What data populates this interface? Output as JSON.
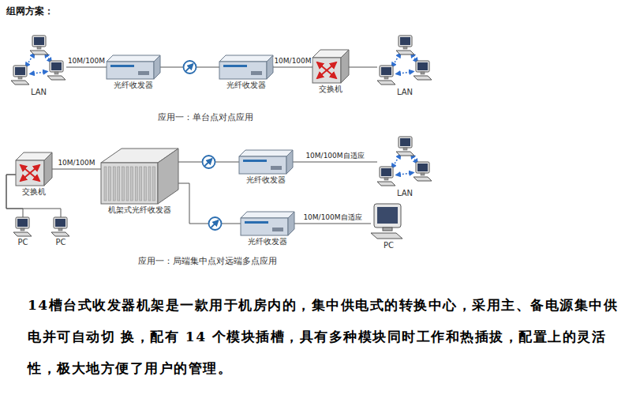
{
  "diagram": {
    "title": "组网方案：",
    "nodes": [
      {
        "text": [
          "LAN"
        ]
      },
      {
        "text": [
          "光纤收发器"
        ]
      },
      {
        "text": [
          "光纤收发器"
        ]
      },
      {
        "text": [
          "交换机"
        ]
      },
      {
        "text": [
          "LAN"
        ]
      },
      {
        "text": [
          "交换机"
        ]
      },
      {
        "text": [
          "PC"
        ]
      },
      {
        "text": [
          "PC"
        ]
      },
      {
        "text": [
          "机架式光纤收发器"
        ]
      },
      {
        "text": [
          "光纤收发器"
        ]
      },
      {
        "text": [
          "光纤收发器"
        ]
      },
      {
        "text": [
          "LAN"
        ]
      },
      {
        "text": [
          "PC"
        ]
      }
    ],
    "edges": [
      {
        "from": 0,
        "to": 1,
        "label": "10M/100M",
        "arrow": "none"
      },
      {
        "from": 1,
        "to": 2,
        "arrow": "none"
      },
      {
        "from": 2,
        "to": 3,
        "label": "10M/100M",
        "arrow": "none"
      },
      {
        "from": 3,
        "to": 4,
        "arrow": "none"
      },
      {
        "from": 5,
        "to": 6,
        "arrow": "none"
      },
      {
        "from": 5,
        "to": 7,
        "arrow": "none"
      },
      {
        "from": 5,
        "to": 8,
        "label": "10M/100M",
        "arrow": "none"
      },
      {
        "from": 8,
        "to": 9,
        "arrow": "none"
      },
      {
        "from": 8,
        "to": 10,
        "arrow": "none"
      },
      {
        "from": 9,
        "to": 11,
        "label": "10M/100M自适应",
        "arrow": "none"
      },
      {
        "from": 10,
        "to": 12,
        "label": "10M/100M自适应",
        "arrow": "none"
      }
    ],
    "labels": [
      "应用一：单台点对点应用",
      "应用一：局端集中点对远端多点应用",
      "14槽台式收发器机架是一款用于机房内的，集中供电式的转换中心，采用主、备电源集中供电并可自动切 换，配有 14 个模块插槽，具有多种模块同时工作和热插拔，配置上的灵活性，极大地方便了用户的管理。"
    ]
  }
}
